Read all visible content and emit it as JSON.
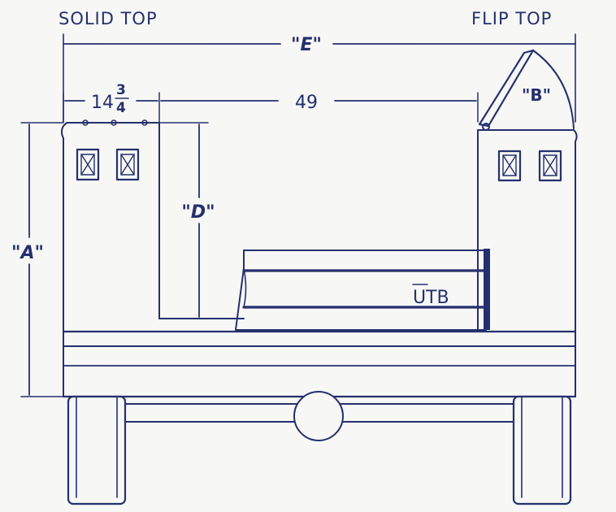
{
  "labels": {
    "solid_top": "SOLID TOP",
    "flip_top": "FLIP TOP",
    "dim_e": "\"E\"",
    "dim_width_whole": "14",
    "dim_width_num": "3",
    "dim_width_den": "4",
    "dim_gap": "49",
    "dim_a": "\"A\"",
    "dim_d": "\"D\"",
    "dim_b": "\"B\"",
    "brand": "UTB"
  },
  "colors": {
    "ink": "#25306e",
    "paper": "#f7f7f5"
  }
}
